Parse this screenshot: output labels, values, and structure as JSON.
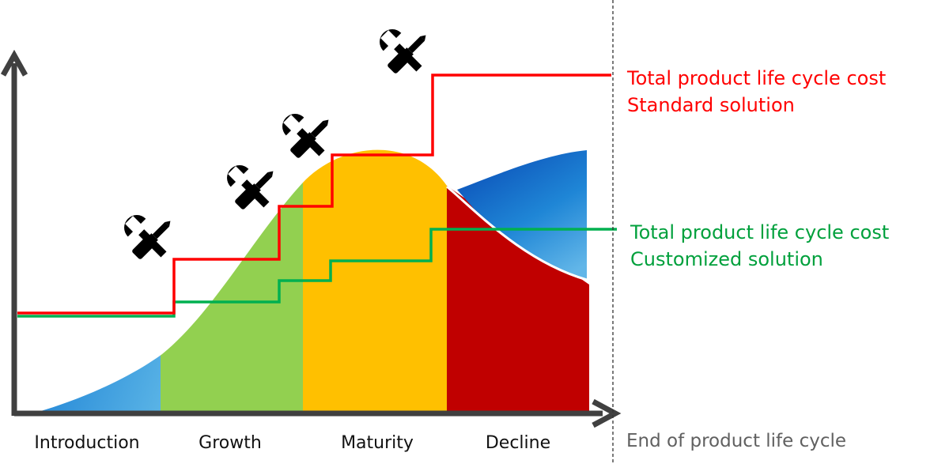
{
  "stages": [
    {
      "label": "Introduction"
    },
    {
      "label": "Growth"
    },
    {
      "label": "Maturity"
    },
    {
      "label": "Decline"
    }
  ],
  "legend": {
    "standard": {
      "line1": "Total product life cycle cost",
      "line2": "Standard solution",
      "color": "#ff0000"
    },
    "customized": {
      "line1": "Total product life cycle cost",
      "line2": "Customized solution",
      "color": "#00a03c"
    }
  },
  "end_label": "End of product life cycle",
  "colors": {
    "introduction": "#1a7fd4",
    "growth": "#92d050",
    "maturity": "#ffc000",
    "decline": "#c00000",
    "axis": "#404040",
    "end_text": "#606060"
  },
  "icons": [
    "wrench-screwdriver-icon",
    "wrench-screwdriver-icon",
    "wrench-screwdriver-icon",
    "wrench-screwdriver-icon"
  ]
}
